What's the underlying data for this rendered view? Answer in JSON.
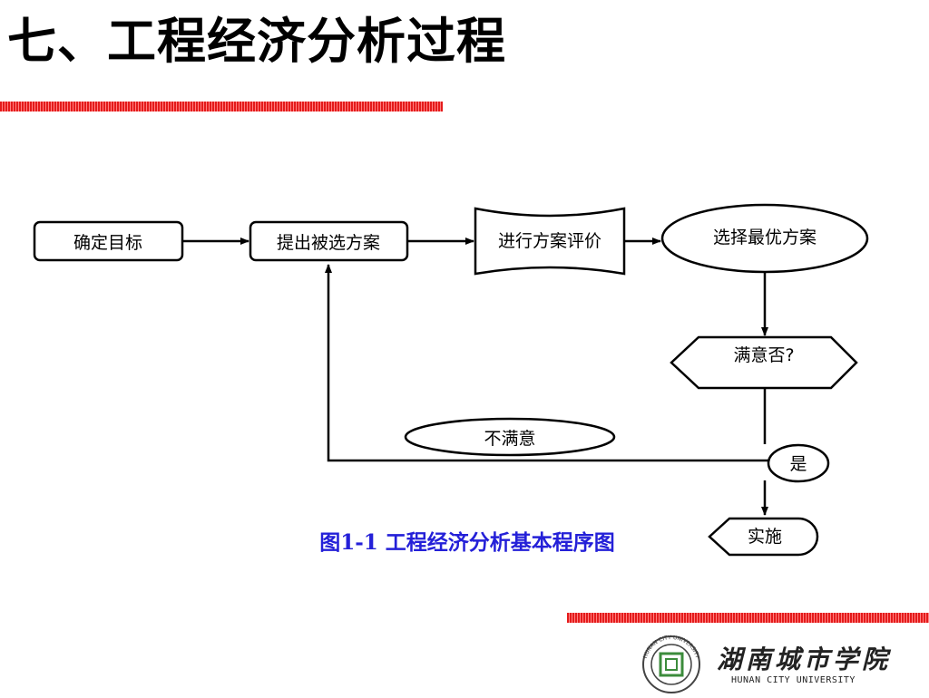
{
  "page": {
    "title": "七、工程经济分析过程"
  },
  "diagram": {
    "nodes": {
      "confirm_goal": "确定目标",
      "propose_options": "提出被选方案",
      "evaluate_options": "进行方案评价",
      "select_best": "选择最优方案",
      "satisfied_question": "满意否?",
      "not_satisfied": "不满意",
      "yes": "是",
      "implement": "实施"
    },
    "caption": "图1-1 工程经济分析基本程序图"
  },
  "logo": {
    "name_cn": "湖南城市学院",
    "name_en": "HUNAN CITY UNIVERSITY",
    "seal_text": "HUNAN CITY UNIVERSITY"
  },
  "colors": {
    "accent_red": "#e41b1b",
    "caption_blue": "#2420d8"
  }
}
